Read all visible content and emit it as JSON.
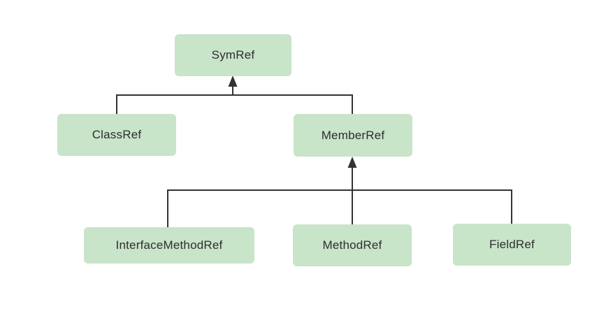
{
  "diagram": {
    "type": "inheritance-tree",
    "nodes": {
      "symref": {
        "label": "SymRef"
      },
      "classref": {
        "label": "ClassRef"
      },
      "memberref": {
        "label": "MemberRef"
      },
      "interfacemethodref": {
        "label": "InterfaceMethodRef"
      },
      "methodref": {
        "label": "MethodRef"
      },
      "fieldref": {
        "label": "FieldRef"
      }
    },
    "edges": [
      {
        "from": "ClassRef",
        "to": "SymRef",
        "style": "arrow-up"
      },
      {
        "from": "MemberRef",
        "to": "SymRef",
        "style": "arrow-up"
      },
      {
        "from": "InterfaceMethodRef",
        "to": "MemberRef",
        "style": "arrow-up"
      },
      {
        "from": "MethodRef",
        "to": "MemberRef",
        "style": "arrow-up"
      },
      {
        "from": "FieldRef",
        "to": "MemberRef",
        "style": "arrow-up"
      }
    ],
    "colors": {
      "node_fill": "#c8e4c9",
      "node_text": "#2e2e2e",
      "line": "#333333",
      "background": "#ffffff"
    }
  }
}
